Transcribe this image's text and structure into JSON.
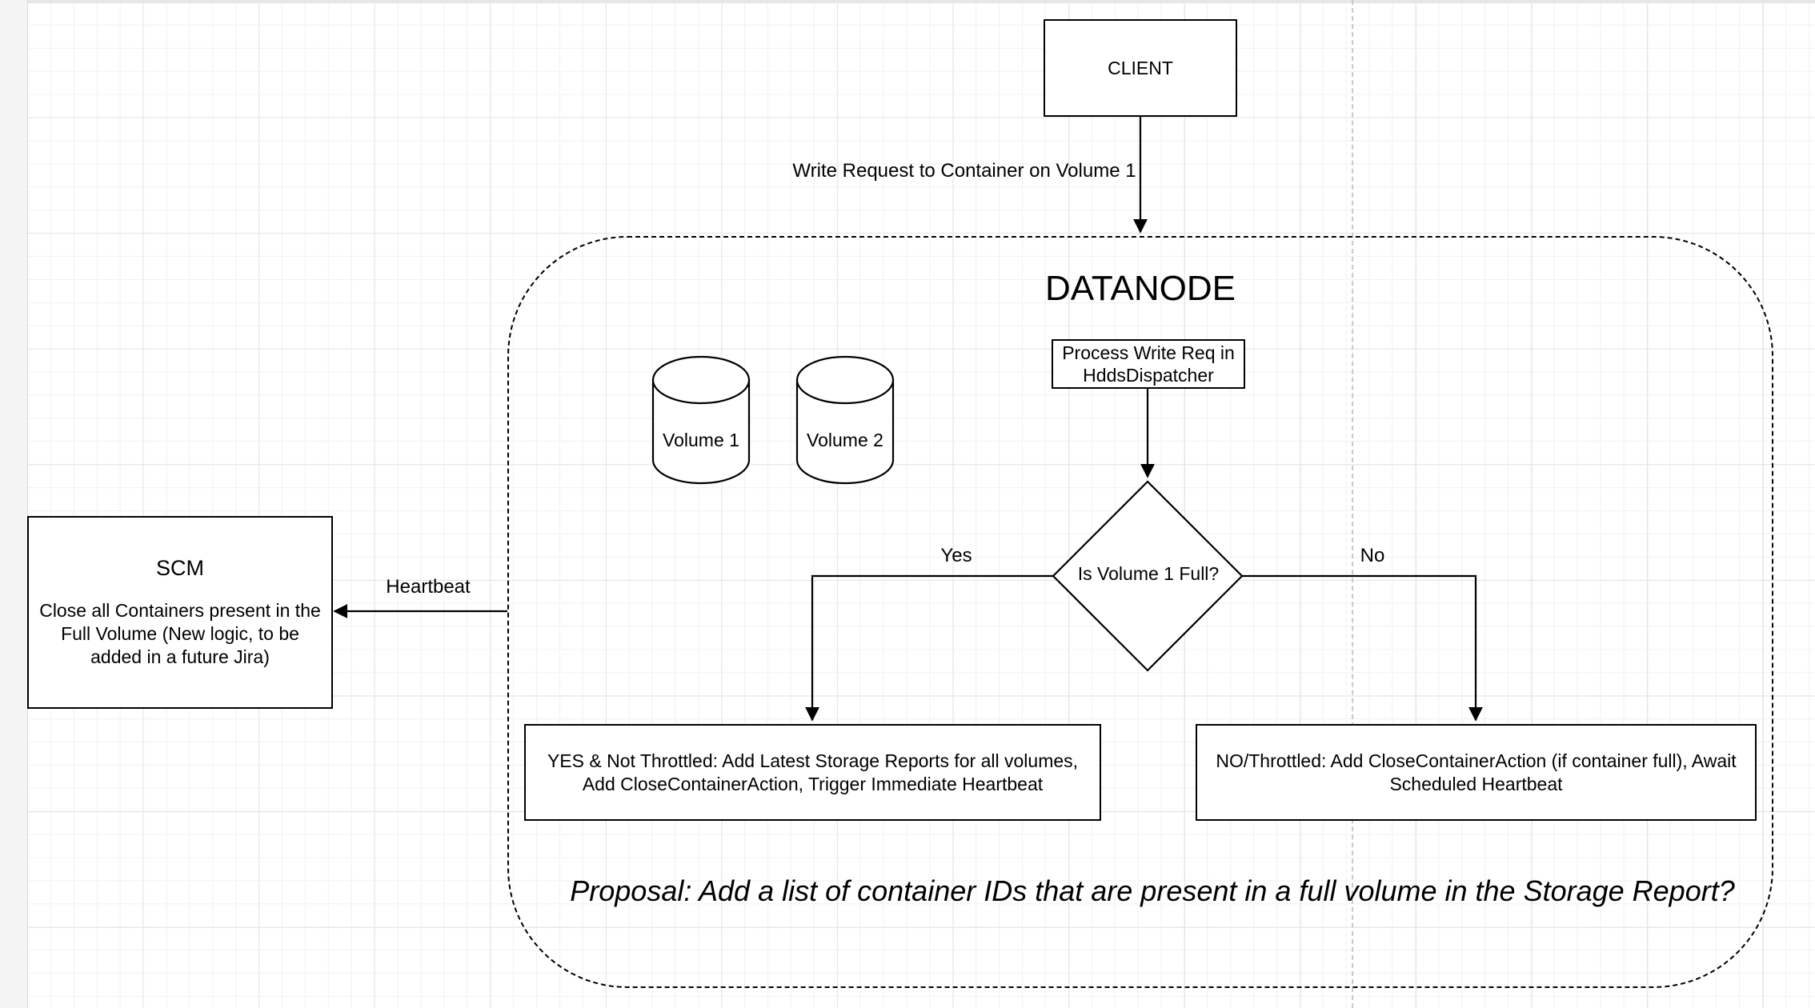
{
  "diagram": {
    "client": {
      "label": "CLIENT"
    },
    "write_request_edge": {
      "label": "Write Request to Container on Volume 1"
    },
    "datanode": {
      "title": "DATANODE",
      "process_box": {
        "line1": "Process Write Req in",
        "line2": "HddsDispatcher"
      },
      "volumes": [
        {
          "label": "Volume 1"
        },
        {
          "label": "Volume 2"
        }
      ],
      "decision": {
        "label": "Is Volume 1 Full?"
      },
      "yes_edge": {
        "label": "Yes"
      },
      "no_edge": {
        "label": "No"
      },
      "yes_box": {
        "line1": "YES & Not Throttled: Add Latest Storage Reports for all volumes,",
        "line2": "Add CloseContainerAction, Trigger Immediate Heartbeat"
      },
      "no_box": {
        "line1": "NO/Throttled: Add CloseContainerAction (if container full), Await",
        "line2": "Scheduled Heartbeat"
      },
      "proposal": "Proposal: Add a list of container IDs that are present in a full volume in the Storage Report?"
    },
    "scm": {
      "title": "SCM",
      "line1": "Close all Containers present in the",
      "line2": "Full Volume (New logic, to be",
      "line3": "added in a future Jira)"
    },
    "heartbeat_edge": {
      "label": "Heartbeat"
    }
  }
}
